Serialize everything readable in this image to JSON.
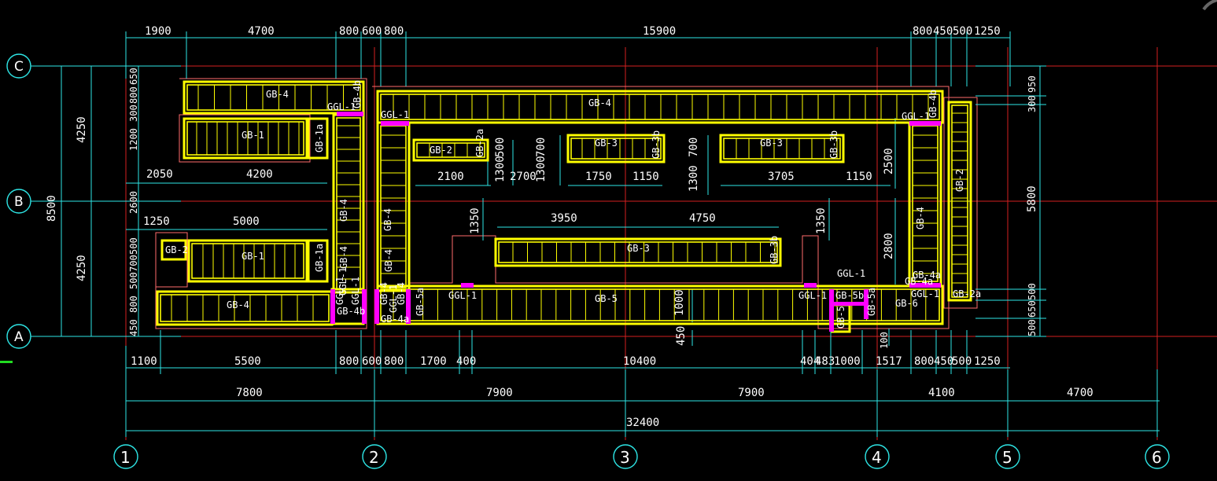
{
  "drawing": {
    "grid_axes": {
      "columns": [
        "1",
        "2",
        "3",
        "4",
        "5",
        "6"
      ],
      "rows": [
        "C",
        "B",
        "A"
      ]
    },
    "dims_top": [
      "1900",
      "4700",
      "800",
      "600",
      "800",
      "15900",
      "800",
      "450",
      "500",
      "1250"
    ],
    "dims_bottom_1": [
      "1100",
      "5500",
      "800",
      "600",
      "800",
      "1700",
      "400",
      "10400",
      "404",
      "483",
      "1000",
      "1517",
      "800",
      "450",
      "500",
      "1250"
    ],
    "dims_bottom_2": [
      "7800",
      "7900",
      "7900",
      "4100",
      "4700"
    ],
    "dims_total": "32400",
    "dims_left_outer": [
      "4250",
      "8500",
      "4250"
    ],
    "dims_left_inner": [
      "650",
      "800",
      "300",
      "1200",
      "2600",
      "500",
      "700",
      "500",
      "800",
      "450"
    ],
    "dims_right": [
      "950",
      "300",
      "5800",
      "500",
      "650",
      "500"
    ],
    "dims_interior": [
      "2050",
      "4200",
      "1250",
      "5000",
      "2100",
      "1300",
      "500",
      "2700",
      "700",
      "1300",
      "1750",
      "1150",
      "700",
      "1300",
      "3705",
      "1150",
      "2500",
      "3950",
      "4750",
      "1350",
      "1350",
      "2800",
      "1000",
      "450",
      "100"
    ],
    "beam_labels": [
      "GB-4",
      "GB-1",
      "GB-1a",
      "GGL-1",
      "GB-4b",
      "GB-4",
      "GGL-1",
      "GB-4",
      "GB-2",
      "GB-2a",
      "GB-3",
      "GB-3b",
      "GB-3",
      "GB-3b",
      "GB-4",
      "GGL-1",
      "GB-4b",
      "GB-2",
      "GB-4",
      "GB-1",
      "GB-1a",
      "GB-2",
      "GB-4",
      "GB-3",
      "GB-3b",
      "GB-4",
      "GB-4a",
      "GB-2a",
      "GB-4",
      "GGL-1",
      "GGL-1",
      "GB-4b",
      "GB-4a",
      "GB-5a",
      "GGL-1",
      "GB-5",
      "GGL-1",
      "GB-5b",
      "GB-5",
      "GB-5a",
      "GB-6",
      "GGL-1",
      "GGL-1",
      "GB-4",
      "GB-4",
      "GGL-1",
      "GB-4a",
      "GGL-1"
    ]
  }
}
